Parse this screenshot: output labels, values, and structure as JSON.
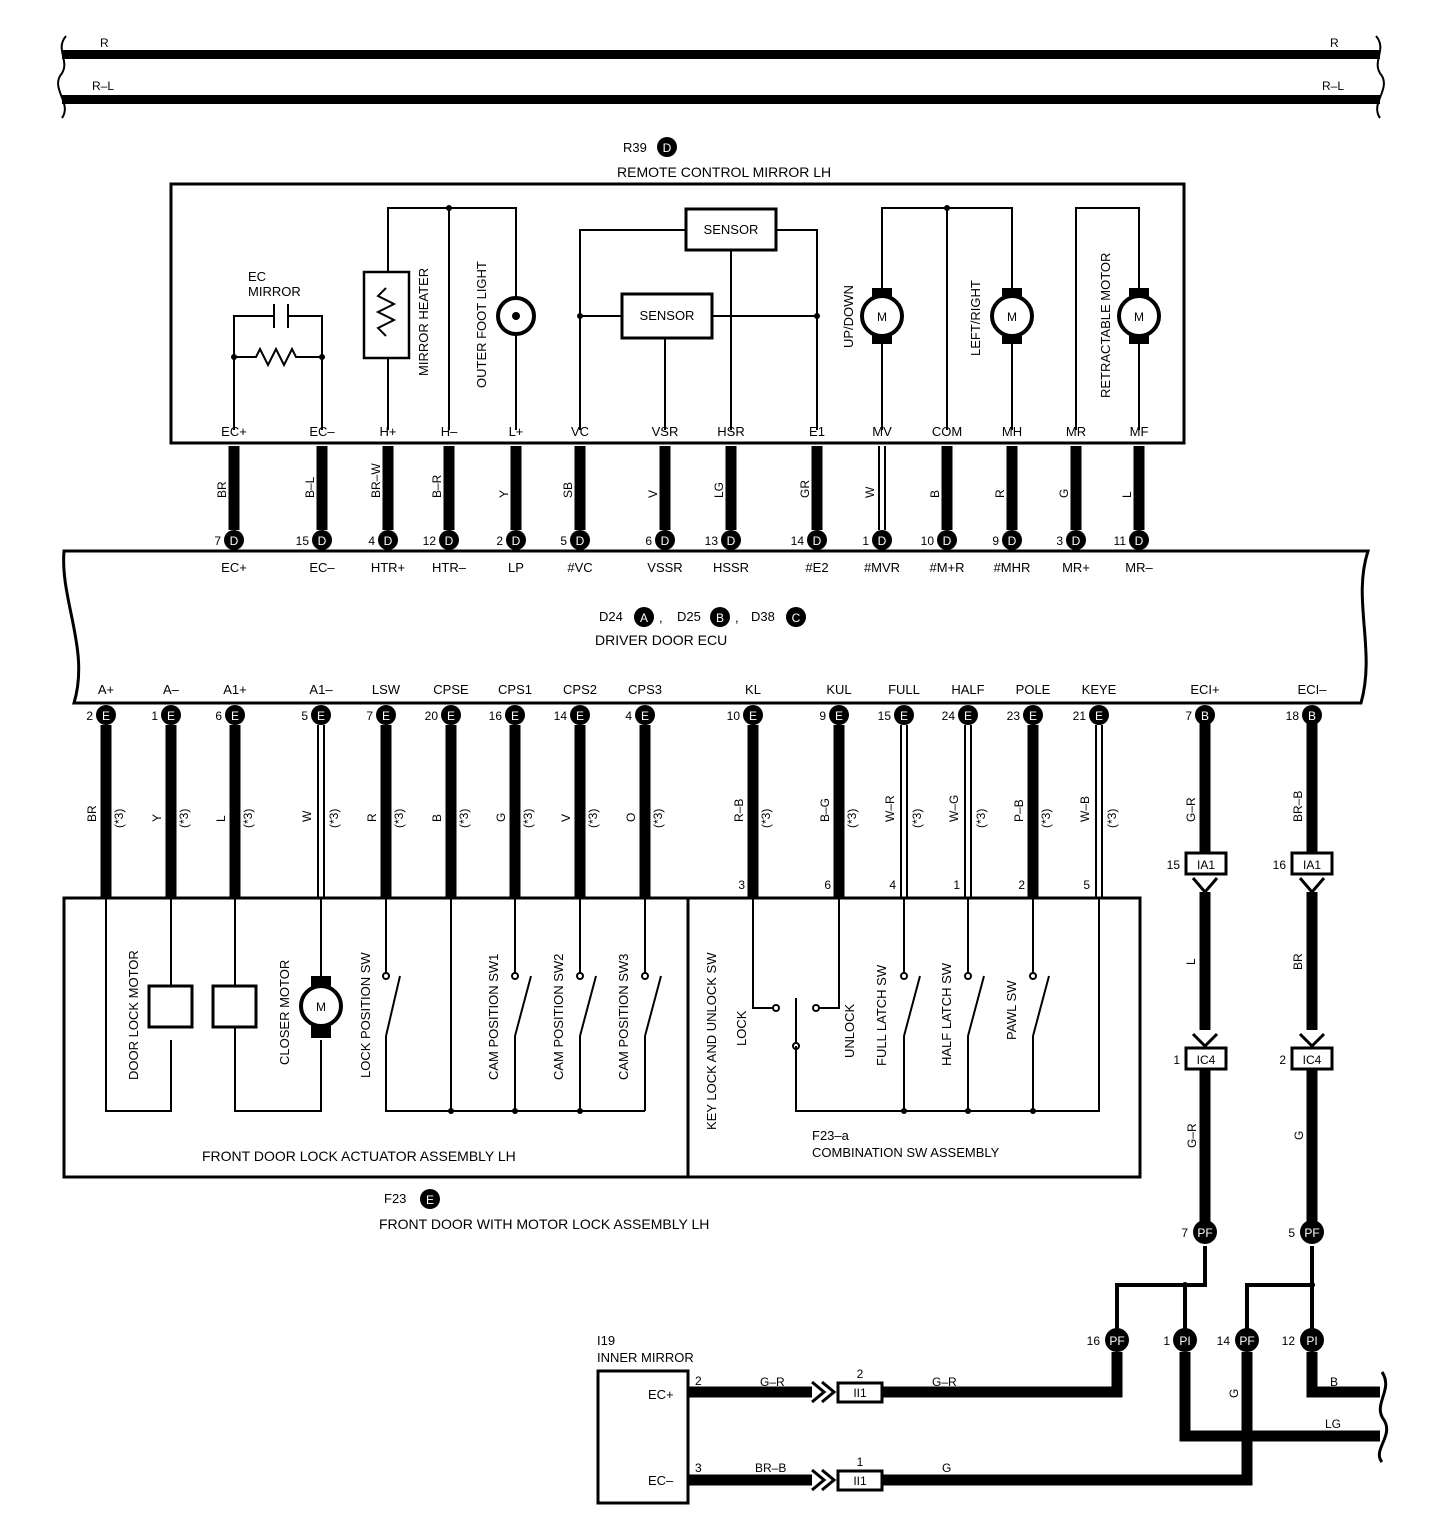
{
  "bus": {
    "r_left": "R",
    "r_right": "R",
    "rl_left": "R–L",
    "rl_right": "R–L"
  },
  "mirror": {
    "code": "R39",
    "connector": "D",
    "title": "REMOTE CONTROL MIRROR LH",
    "ec_mirror_line1": "EC",
    "ec_mirror_line2": "MIRROR",
    "mirror_heater": "MIRROR HEATER",
    "outer_foot_light": "OUTER FOOT LIGHT",
    "sensor_top": "SENSOR",
    "sensor_mid": "SENSOR",
    "up_down": "UP/DOWN",
    "left_right": "LEFT/RIGHT",
    "retractable_motor": "RETRACTABLE MOTOR",
    "motor_glyph": "M",
    "pins": [
      "EC+",
      "EC–",
      "H+",
      "H–",
      "L+",
      "VC",
      "VSR",
      "HSR",
      "E1",
      "MV",
      "COM",
      "MH",
      "MR",
      "MF"
    ]
  },
  "top_wires": [
    {
      "color": "BR",
      "num": "7",
      "conn": "D",
      "ecu": "EC+"
    },
    {
      "color": "B–L",
      "num": "15",
      "conn": "D",
      "ecu": "EC–"
    },
    {
      "color": "BR–W",
      "num": "4",
      "conn": "D",
      "ecu": "HTR+"
    },
    {
      "color": "B–R",
      "num": "12",
      "conn": "D",
      "ecu": "HTR–"
    },
    {
      "color": "Y",
      "num": "2",
      "conn": "D",
      "ecu": "LP"
    },
    {
      "color": "SB",
      "num": "5",
      "conn": "D",
      "ecu": "#VC"
    },
    {
      "color": "V",
      "num": "6",
      "conn": "D",
      "ecu": "VSSR"
    },
    {
      "color": "LG",
      "num": "13",
      "conn": "D",
      "ecu": "HSSR"
    },
    {
      "color": "GR",
      "num": "14",
      "conn": "D",
      "ecu": "#E2"
    },
    {
      "color": "W",
      "num": "1",
      "conn": "D",
      "ecu": "#MVR"
    },
    {
      "color": "B",
      "num": "10",
      "conn": "D",
      "ecu": "#M+R"
    },
    {
      "color": "R",
      "num": "9",
      "conn": "D",
      "ecu": "#MHR"
    },
    {
      "color": "G",
      "num": "3",
      "conn": "D",
      "ecu": "MR+"
    },
    {
      "color": "L",
      "num": "11",
      "conn": "D",
      "ecu": "MR–"
    }
  ],
  "ecu": {
    "code1": "D24",
    "conn1": "A",
    "code2": "D25",
    "conn2": "B",
    "code3": "D38",
    "conn3": "C",
    "sep": ",",
    "title": "DRIVER DOOR ECU"
  },
  "bottom_wires": [
    {
      "label": "A+",
      "num": "2",
      "conn": "E",
      "color": "BR",
      "note": "(*3)"
    },
    {
      "label": "A–",
      "num": "1",
      "conn": "E",
      "color": "Y",
      "note": "(*3)"
    },
    {
      "label": "A1+",
      "num": "6",
      "conn": "E",
      "color": "L",
      "note": "(*3)"
    },
    {
      "label": "A1–",
      "num": "5",
      "conn": "E",
      "color": "W",
      "note": "(*3)"
    },
    {
      "label": "LSW",
      "num": "7",
      "conn": "E",
      "color": "R",
      "note": "(*3)"
    },
    {
      "label": "CPSE",
      "num": "20",
      "conn": "E",
      "color": "B",
      "note": "(*3)"
    },
    {
      "label": "CPS1",
      "num": "16",
      "conn": "E",
      "color": "G",
      "note": "(*3)"
    },
    {
      "label": "CPS2",
      "num": "14",
      "conn": "E",
      "color": "V",
      "note": "(*3)"
    },
    {
      "label": "CPS3",
      "num": "4",
      "conn": "E",
      "color": "O",
      "note": "(*3)"
    },
    {
      "label": "KL",
      "num": "10",
      "conn": "E",
      "color": "R–B",
      "note": "(*3)"
    },
    {
      "label": "KUL",
      "num": "9",
      "conn": "E",
      "color": "B–G",
      "note": "(*3)"
    },
    {
      "label": "FULL",
      "num": "15",
      "conn": "E",
      "color": "W–R",
      "note": "(*3)"
    },
    {
      "label": "HALF",
      "num": "24",
      "conn": "E",
      "color": "W–G",
      "note": "(*3)"
    },
    {
      "label": "POLE",
      "num": "23",
      "conn": "E",
      "color": "P–B",
      "note": "(*3)"
    },
    {
      "label": "KEYE",
      "num": "21",
      "conn": "E",
      "color": "W–B",
      "note": "(*3)"
    },
    {
      "label": "ECI+",
      "num": "7",
      "conn": "B",
      "color": "G–R",
      "note": ""
    },
    {
      "label": "ECI–",
      "num": "18",
      "conn": "B",
      "color": "BR–B",
      "note": ""
    }
  ],
  "actuator": {
    "door_lock_motor": "DOOR LOCK MOTOR",
    "closer_motor": "CLOSER MOTOR",
    "lock_position_sw": "LOCK POSITION SW",
    "cam_sw1": "CAM POSITION SW1",
    "cam_sw2": "CAM POSITION SW2",
    "cam_sw3": "CAM POSITION SW3",
    "title": "FRONT DOOR LOCK ACTUATOR ASSEMBLY LH"
  },
  "combo": {
    "pins": [
      "3",
      "6",
      "4",
      "1",
      "2",
      "5"
    ],
    "key_lock_sw": "KEY LOCK AND UNLOCK SW",
    "lock": "LOCK",
    "unlock": "UNLOCK",
    "full_latch": "FULL LATCH SW",
    "half_latch": "HALF LATCH SW",
    "pawl": "PAWL SW",
    "code": "F23–a",
    "title": "COMBINATION SW ASSEMBLY"
  },
  "door_assembly": {
    "code": "F23",
    "conn": "E",
    "title": "FRONT DOOR WITH MOTOR LOCK ASSEMBLY LH"
  },
  "right_chain": {
    "ia1": "IA1",
    "ic4": "IC4",
    "pf": "PF",
    "pi": "PI",
    "left": {
      "ia1_pin": "15",
      "mid_color": "L",
      "ic4_pin": "1",
      "lower_color": "G–R",
      "pf_pin": "7"
    },
    "right": {
      "ia1_pin": "16",
      "mid_color": "BR",
      "ic4_pin": "2",
      "lower_color": "G",
      "pf_pin": "5"
    },
    "joins": [
      {
        "pin": "16",
        "conn": "PF"
      },
      {
        "pin": "1",
        "conn": "PI"
      },
      {
        "pin": "14",
        "conn": "PF"
      },
      {
        "pin": "12",
        "conn": "PI"
      }
    ],
    "g_label": "G",
    "b_label": "B",
    "lg_label": "LG"
  },
  "inner_mirror": {
    "code": "I19",
    "title": "INNER MIRROR",
    "pin_ec_plus": "EC+",
    "pin_ec_minus": "EC–",
    "num_ec_plus": "2",
    "num_ec_minus": "3",
    "wire_top_left": "G–R",
    "wire_top_right": "G–R",
    "wire_bot_left": "BR–B",
    "wire_bot_right": "G",
    "ii1_top_pin": "2",
    "ii1_bot_pin": "1",
    "ii1": "II1"
  }
}
